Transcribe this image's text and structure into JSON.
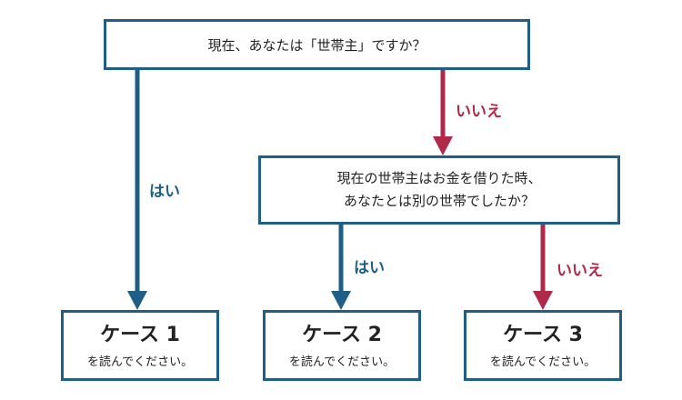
{
  "question1": "現在、あなたは「世帯主」ですか？",
  "question2": {
    "line1": "現在の世帯主はお金を借りた時、",
    "line2": "あなたとは別の世帯でしたか？"
  },
  "labels": {
    "yes_1": "はい",
    "no_1": "いいえ",
    "yes_2": "はい",
    "no_2": "いいえ"
  },
  "cases": [
    {
      "title": "ケース 1",
      "sub": "を読んでください。"
    },
    {
      "title": "ケース 2",
      "sub": "を読んでください。"
    },
    {
      "title": "ケース 3",
      "sub": "を読んでください。"
    }
  ],
  "colors": {
    "yes_line": "#1f5f85",
    "no_line": "#b0284a",
    "box_border": "#1f5f85"
  }
}
